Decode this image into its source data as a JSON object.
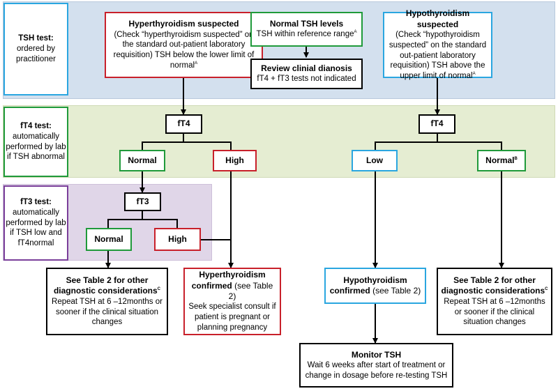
{
  "colors": {
    "band_tsh": "#d3e0ee",
    "band_ft4": "#e5edd2",
    "band_ft3": "#e0d6e8",
    "red": "#c8202a",
    "green": "#1f9a3a",
    "blue": "#2aa6e0",
    "purple": "#7a3f9a"
  },
  "labels": {
    "tsh": {
      "title": "TSH test:",
      "body": "ordered by practitioner"
    },
    "ft4": {
      "title": "fT4 test:",
      "body": "automatically performed by lab if TSH abnormal"
    },
    "ft3": {
      "title": "fT3 test:",
      "body": "automatically performed by lab if TSH low and fT4normal"
    }
  },
  "nodes": {
    "hyper_suspected": {
      "title": "Hyperthyroidism suspected",
      "body": "(Check “hyperthyroidism suspected” on the standard out-patient laboratory requisition)  TSH below the lower limit of normal",
      "sup": "A"
    },
    "normal_tsh": {
      "title": "Normal TSH levels",
      "body": "TSH within reference range",
      "sup": "A"
    },
    "review": {
      "title": "Review clinial dianosis",
      "body": "fT4 + fT3 tests not indicated"
    },
    "hypo_suspected": {
      "title": "Hypothyroidism suspected",
      "body": "(Check “hypothyroidism suspected” on the standard out-patient laboratory requisition)  TSH above the upper limit of normal",
      "sup": "A"
    },
    "ft4_left": {
      "title": "fT4"
    },
    "ft4_right": {
      "title": "fT4"
    },
    "ft4_normal": {
      "title": "Normal"
    },
    "ft4_high": {
      "title": "High"
    },
    "ft4_low": {
      "title": "Low"
    },
    "ft4_normal_right": {
      "title": "Normal",
      "sup": "B"
    },
    "ft3": {
      "title": "fT3"
    },
    "ft3_normal": {
      "title": "Normal"
    },
    "ft3_high": {
      "title": "High"
    },
    "see_table_left": {
      "title": "See Table 2 for other diagnostic considerations",
      "sup": "C",
      "body": "Repeat TSH at 6 –12months or sooner if the clinical situation changes"
    },
    "hyper_confirmed": {
      "title": "Hyperthyroidism confirmed",
      "title_suffix": " (see Table 2)",
      "body": "Seek specialist consult if patient is pregnant or planning pregnancy"
    },
    "hypo_confirmed": {
      "title": "Hypothyroidism confirmed",
      "title_suffix": " (see Table 2)"
    },
    "see_table_right": {
      "title": "See Table 2 for other diagnostic considerations",
      "sup": "C",
      "body": "Repeat TSH at 6 –12months or sooner if the clinical situation changes"
    },
    "monitor": {
      "title": "Monitor TSH",
      "body": "Wait 6 weeks after start of treatment or change in dosage before re-testing TSH"
    }
  }
}
